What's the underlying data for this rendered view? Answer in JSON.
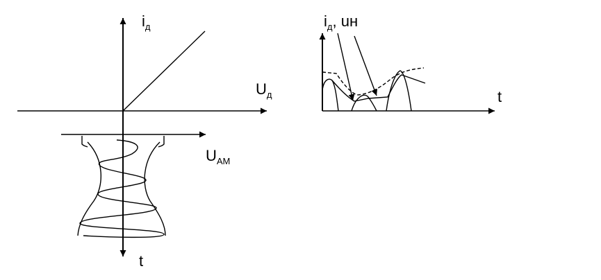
{
  "labels": {
    "left_i_main": "i",
    "left_i_sub": "д",
    "left_u_main": "U",
    "left_u_sub": "д",
    "left_uam_main": "U",
    "left_uam_sub": "АМ",
    "left_t": "t",
    "right_i_main": "i",
    "right_i_sub": "д",
    "right_u_sep": ",",
    "right_u_main": "uн",
    "right_t": "t"
  },
  "colors": {
    "stroke": "#000000",
    "background": "#ffffff"
  }
}
